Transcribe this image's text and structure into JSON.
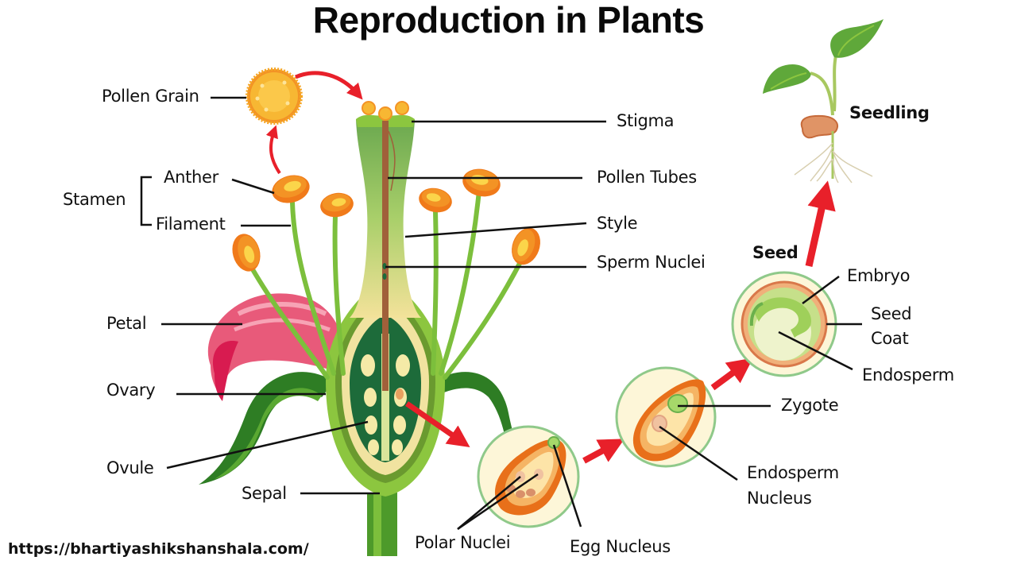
{
  "title": "Reproduction in Plants",
  "footer_url": "https://bhartiyashikshanshala.com/",
  "labels": {
    "pollen_grain": "Pollen Grain",
    "stamen": "Stamen",
    "anther": "Anther",
    "filament": "Filament",
    "stigma": "Stigma",
    "pollen_tubes": "Pollen Tubes",
    "style": "Style",
    "sperm_nuclei": "Sperm Nuclei",
    "petal": "Petal",
    "ovary": "Ovary",
    "ovule": "Ovule",
    "sepal": "Sepal",
    "polar_nuclei": "Polar Nuclei",
    "egg_nucleus": "Egg Nucleus",
    "zygote": "Zygote",
    "endosperm_nucleus_1": "Endosperm",
    "endosperm_nucleus_2": "Nucleus",
    "seed": "Seed",
    "embryo": "Embryo",
    "seed_coat_1": "Seed",
    "seed_coat_2": "Coat",
    "endosperm": "Endosperm",
    "seedling": "Seedling"
  },
  "colors": {
    "arrow": "#e8202a",
    "leaf_dark": "#2e7d24",
    "leaf_light": "#8cc63f",
    "anther": "#f39325",
    "pollen": "#f7b733",
    "petal": "#e85a7a",
    "ovule_ring": "#8fc98a"
  }
}
